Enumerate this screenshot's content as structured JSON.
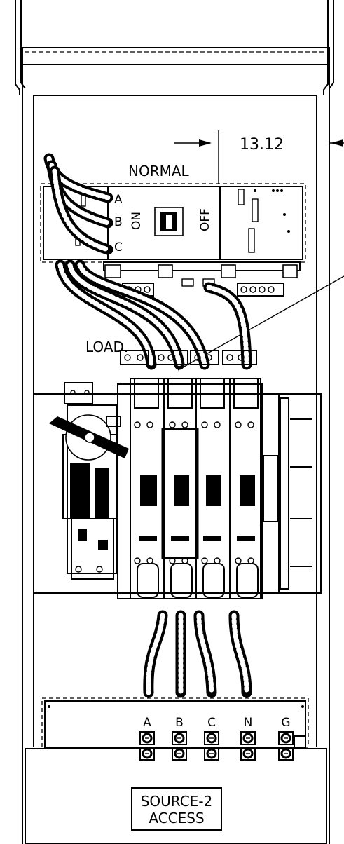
{
  "dimension": {
    "value": "13.12"
  },
  "breaker": {
    "title": "NORMAL",
    "phase_a": "A",
    "phase_b": "B",
    "phase_c": "C",
    "on_label": "ON",
    "off_label": "OFF"
  },
  "switch": {
    "load_label": "LOAD."
  },
  "source_terminals": [
    "A",
    "B",
    "C",
    "N",
    "G"
  ],
  "access_panel": {
    "line1": "SOURCE-2",
    "line2": "ACCESS"
  }
}
